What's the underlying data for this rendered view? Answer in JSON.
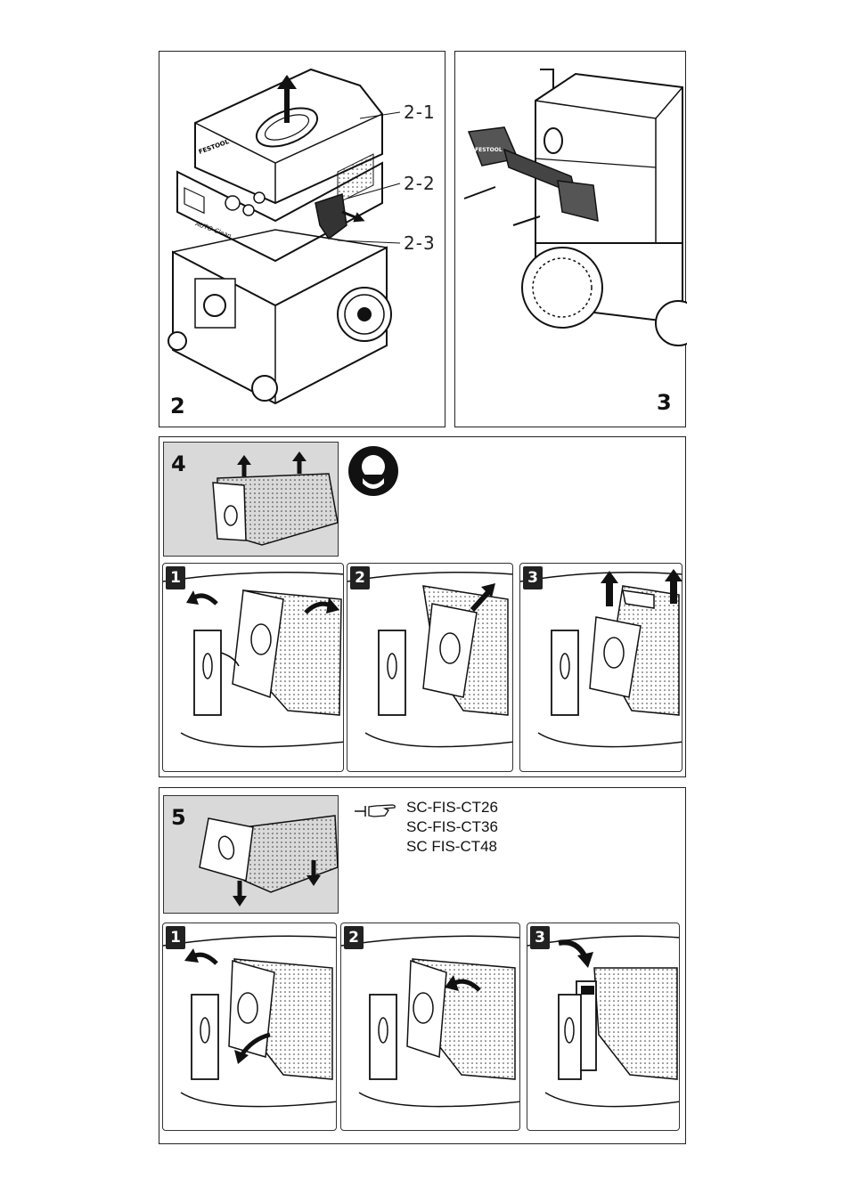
{
  "figures": {
    "fig2": {
      "number": "2",
      "callouts": [
        "2-1",
        "2-2",
        "2-3"
      ],
      "brand_text": "FESTOOL",
      "model_text": "AUTO-Clean"
    },
    "fig3": {
      "number": "3",
      "brand_text": "FESTOOL"
    },
    "fig4": {
      "number": "4",
      "icon": "dust-mask-icon",
      "steps": [
        "1",
        "2",
        "3"
      ]
    },
    "fig5": {
      "number": "5",
      "reference_icon": "pointing-hand-icon",
      "models": [
        "SC-FIS-CT26",
        "SC-FIS-CT36",
        "SC FIS-CT48"
      ],
      "steps": [
        "1",
        "2",
        "3"
      ]
    }
  }
}
